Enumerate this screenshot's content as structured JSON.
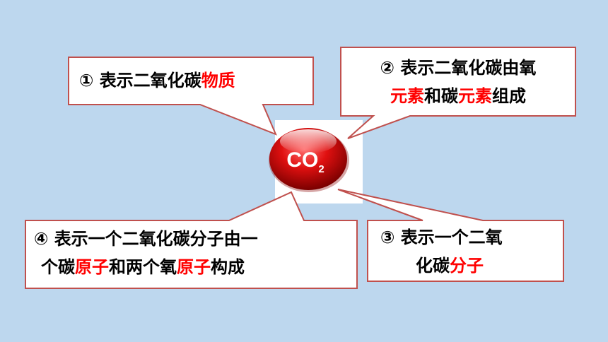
{
  "colors": {
    "background": "#bdd7ee",
    "box_fill": "#ffffff",
    "box_border": "#c0504d",
    "highlight": "#ff0000",
    "molecule": "#c00000"
  },
  "molecule": {
    "base": "CO",
    "subscript": "2"
  },
  "callouts": [
    {
      "marker": "①",
      "segments": [
        {
          "text": "表示二氧化碳",
          "red": false
        },
        {
          "text": "物质",
          "red": true
        }
      ]
    },
    {
      "marker": "②",
      "line1": [
        {
          "text": "表示二氧化碳由氧",
          "red": false
        }
      ],
      "line2": [
        {
          "text": "元素",
          "red": true
        },
        {
          "text": "和碳",
          "red": false
        },
        {
          "text": "元素",
          "red": true
        },
        {
          "text": "组成",
          "red": false
        }
      ]
    },
    {
      "marker": "③",
      "line1": [
        {
          "text": "表示一个二氧",
          "red": false
        }
      ],
      "line2": [
        {
          "text": "化碳",
          "red": false
        },
        {
          "text": "分子",
          "red": true
        }
      ]
    },
    {
      "marker": "④",
      "line1": [
        {
          "text": "表示一个二氧化碳分子由一",
          "red": false
        }
      ],
      "line2": [
        {
          "text": "个碳",
          "red": false
        },
        {
          "text": "原子",
          "red": true
        },
        {
          "text": "和两个氧",
          "red": false
        },
        {
          "text": "原子",
          "red": true
        },
        {
          "text": "构成",
          "red": false
        }
      ]
    }
  ]
}
